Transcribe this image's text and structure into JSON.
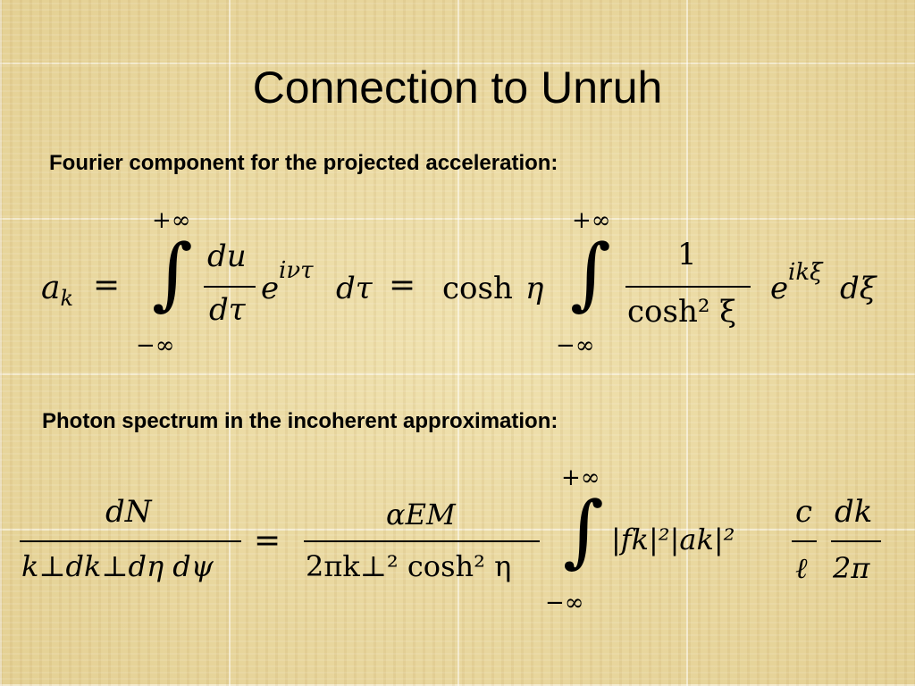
{
  "slide": {
    "title": "Connection to Unruh",
    "subtitle_1": "Fourier component for the projected acceleration:",
    "subtitle_2": "Photon spectrum in the incoherent approximation:"
  },
  "eq1": {
    "lhs": "a",
    "lhs_sub": "k",
    "eq_sign": "=",
    "int1_upper": "+∞",
    "int1_lower": "−∞",
    "frac1_num": "du",
    "frac1_den": "dτ",
    "exp_base": "e",
    "exp_power": "iντ",
    "dtau": "dτ",
    "eq_sign2": "=",
    "cosh": "cosh",
    "eta": "η",
    "int2_upper": "+∞",
    "int2_lower": "−∞",
    "frac2_num": "1",
    "frac2_den": "cosh² ξ",
    "exp2_base": "e",
    "exp2_power": "ikξ",
    "dxi": "dξ"
  },
  "eq2": {
    "frac_num": "dN",
    "frac_den": "k⊥dk⊥dη dψ",
    "eq_sign": "=",
    "frac2_num": "αEM",
    "frac2_den": "2πk⊥² cosh² η",
    "int_upper": "+∞",
    "int_lower": "−∞",
    "integrand": "|fk|²|ak|²",
    "frac3_num": "c",
    "frac3_den": "ℓ",
    "frac4_num": "dk",
    "frac4_den": "2π"
  }
}
